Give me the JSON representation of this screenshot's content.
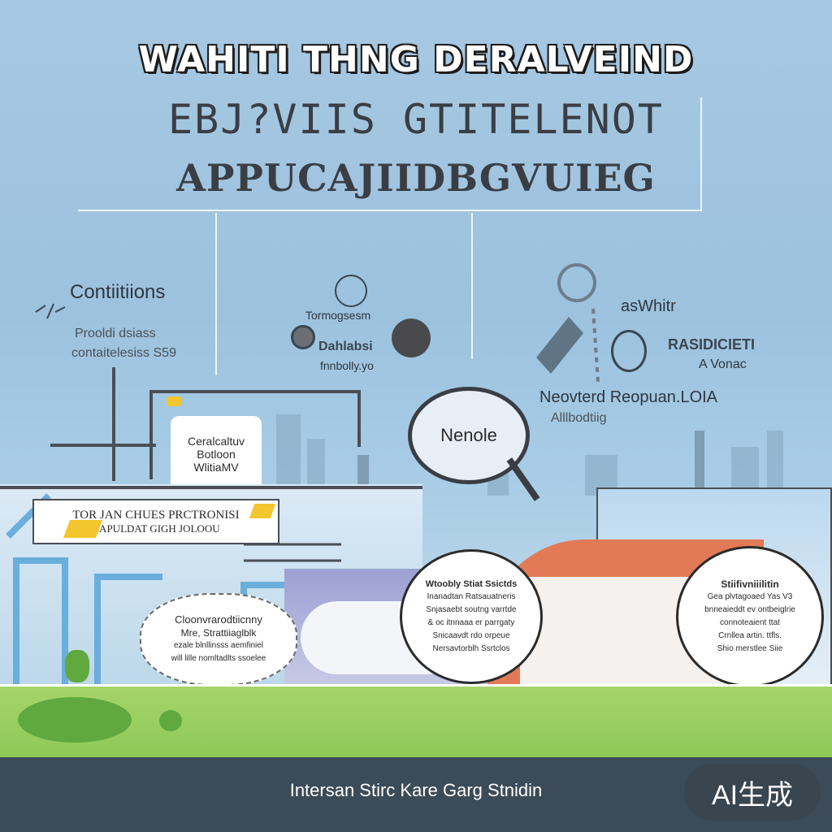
{
  "header": {
    "title_line1": "WAHITI THNG  DERALVEIND",
    "title_line2": "EBJ?VIIS GTITELENOT",
    "title_line3": "APPUCAJIIDBGVUIEG"
  },
  "labels": {
    "conditions": "Contiitiions",
    "conditions_sub1": "Prooldi dsiass",
    "conditions_sub2": "contaitelesiss S59",
    "center_top": "Tormogsesm",
    "center_mid": "Dahlabsi",
    "center_low": "fnnbolly.yo",
    "right_top": "asWhitr",
    "right_mid1": "RASIDICIETI",
    "right_mid2": "A Vonac",
    "right_mid3": "Neovterd Reopuan.LOIA",
    "right_mid4": "Alllbodtiig"
  },
  "tower_sign": {
    "line1": "Ceralcaltuv",
    "line2": "Botloon",
    "line3": "WlitiaMV"
  },
  "magnifier": {
    "label": "Nenole"
  },
  "banner": {
    "line1": "TOR JAN CHUES PRCTRONISI",
    "line2": "CAPULDAT GIGH JOLOOU"
  },
  "bubbles": {
    "left": {
      "title": "Cloonvrarodtiicnny",
      "line1": "Mre, Strattiiaglblk",
      "line2": "ezale blnllinsss aemfiniel",
      "line3": "will lille nomltadlts ssoelee"
    },
    "center": {
      "title": "Wtoobly Stiat Ssictds",
      "line1": "Inanadtan Ratsauatneris",
      "line2": "Snjasaebt soutng varrtde",
      "line3": "& oc itnnaaa er parrgaty",
      "line4": "Snicaavdt rdo orpeue",
      "line5": "Nersavtorblh Ssrtclos"
    },
    "right": {
      "title": "Stiifivniiilitin",
      "line1": "Gea plvtagoaed Yas V3",
      "line2": "bnneaieddt ev ontbeiglrie",
      "line3": "connoteaient ttat",
      "line4": "Crnllea artin. ttfls.",
      "line5": "Shio merstlee Siie"
    }
  },
  "footer": {
    "text": "Intersan Stirc Kare Garg Stnidin"
  },
  "badge": {
    "text": "AI生成"
  },
  "colors": {
    "sky": "#9fc4df",
    "footer": "#3b4b57",
    "grass": "#9ccf62",
    "accent_yellow": "#f3c62d",
    "roof_red": "#e27a58"
  }
}
